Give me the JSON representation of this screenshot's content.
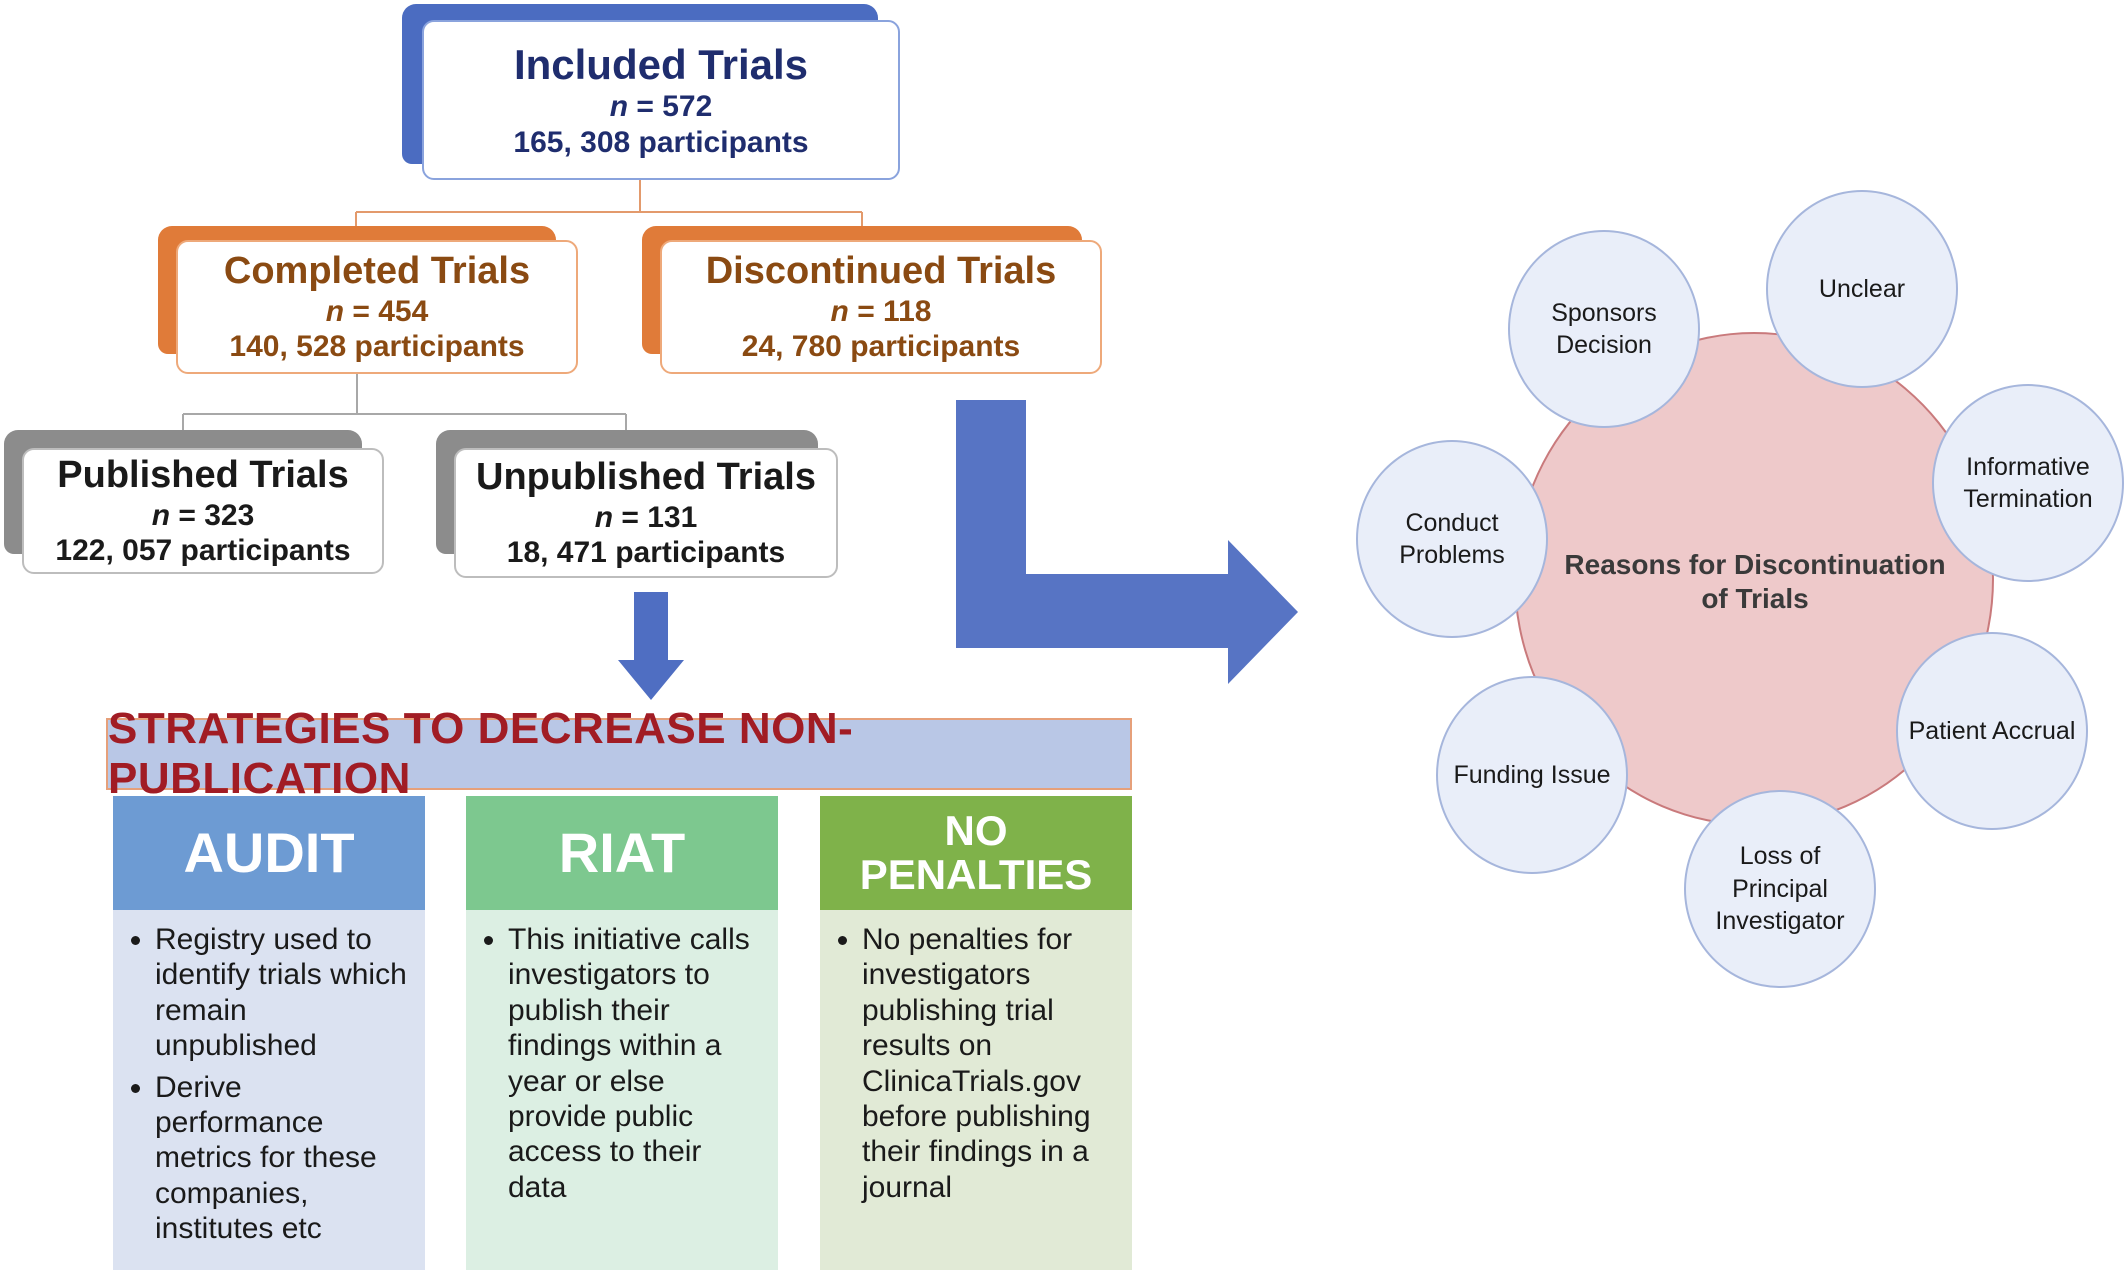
{
  "included": {
    "title": "Included Trials",
    "n_prefix": "n",
    "n_value": "= 572",
    "participants": "165, 308 participants"
  },
  "completed": {
    "title": "Completed Trials",
    "n_prefix": "n",
    "n_value": "= 454",
    "participants": "140, 528 participants"
  },
  "discontinued": {
    "title": "Discontinued Trials",
    "n_prefix": "n",
    "n_value": "= 118",
    "participants": "24, 780 participants"
  },
  "published": {
    "title": "Published Trials",
    "n_prefix": "n",
    "n_value": "= 323",
    "participants": "122, 057 participants"
  },
  "unpublished": {
    "title": "Unpublished Trials",
    "n_prefix": "n",
    "n_value": "= 131",
    "participants": "18, 471 participants"
  },
  "strategies": {
    "banner": "STRATEGIES TO DECREASE NON-PUBLICATION",
    "audit": {
      "head": "AUDIT",
      "bullets": [
        "Registry used to identify trials which remain unpublished",
        "Derive performance metrics for these companies, institutes etc"
      ]
    },
    "riat": {
      "head": "RIAT",
      "bullets": [
        "This initiative calls investigators to publish their findings within a year or else provide public access to their data"
      ]
    },
    "nopen": {
      "head_line1": "NO",
      "head_line2": "PENALTIES",
      "bullets": [
        "No penalties for investigators publishing trial results on ClinicaTrials.gov before publishing their findings in a journal"
      ]
    }
  },
  "reasons": {
    "center_line1": "Reasons for Discontinuation",
    "center_line2": "of Trials",
    "sponsors": [
      "Sponsors",
      "Decision"
    ],
    "unclear": [
      "Unclear"
    ],
    "informative": [
      "Informative",
      "Termination"
    ],
    "conduct": [
      "Conduct",
      "Problems"
    ],
    "patient": [
      "Patient Accrual"
    ],
    "funding": [
      "Funding Issue"
    ],
    "loss": [
      "Loss of",
      "Principal",
      "Investigator"
    ]
  },
  "colors": {
    "blue": "#4b6cc1",
    "orange": "#e07b39",
    "gray": "#8c8c8c",
    "audit": "#6d9bd3",
    "riat": "#7dc88f",
    "nopen": "#7fb24a",
    "banner_text": "#a11c24"
  }
}
